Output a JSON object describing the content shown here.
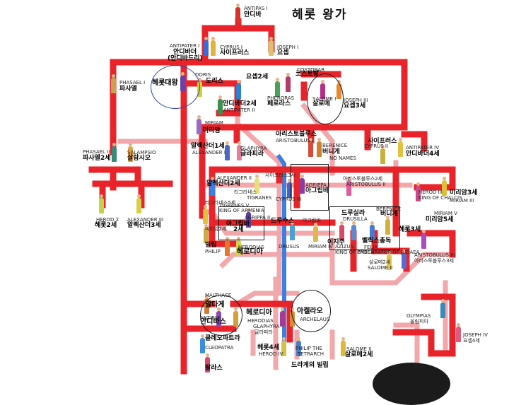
{
  "title": "헤롯 왕가",
  "colors": {
    "lineage": "#e8242a",
    "secondary": "#f2a7ab",
    "blue_line": "#3b7fe0"
  },
  "labels": {
    "antipas1_en": "ANTIPAS I",
    "antipas1_ko": "안디바",
    "antipater1_en": "ANTIPATER I",
    "antipater1_ko": "안디바더",
    "antipater1_ko2": "(안디바드리)",
    "cyprus1_en": "CYPRUS I",
    "cyprus1_ko": "사이프러스",
    "joseph1_en": "JOSEPH I",
    "joseph1_ko": "요셉",
    "phasael1_en": "PHASAEL I",
    "phasael1_ko": "파사엘",
    "herod_great_ko": "헤롯대왕",
    "doris_en": "DORIS",
    "doris_ko": "도리스",
    "joseph2_ko": "요셉2세",
    "costobar_en": "COSTOBAR",
    "costobar_ko": "코스토발",
    "pheroras_en": "PHERORAS",
    "pheroras_ko": "페로라스",
    "salome1_en": "SALOME I",
    "salome1_ko": "살로메",
    "joseph3_en": "JOSEPH III",
    "joseph3_ko": "요셉3세",
    "antipater2_ko": "안디바더2세",
    "antipater2_en": "ANTIPATER II",
    "miriam_en": "MIRIAM",
    "miriam_ko": "미리암",
    "aristobulus1_ko": "아리스토블루스",
    "aristobulus1_en": "ARISTOBULUS I",
    "cyprus2_ko": "사이프러스",
    "cyprus2_en": "CYPRUS II",
    "berenice1_ko": "버니게",
    "berenice1_en": "BERENICE",
    "no_names": "NO NAMES",
    "antipater4_en": "ANTIPATER IV",
    "antipater4_ko": "안디바더4세",
    "phasael2_en": "PHASAEL II",
    "phasael2_ko": "파사엘2세",
    "salampsio_en": "SALAMPSIO",
    "salampsio_ko": "살람시오",
    "alexander1_ko": "알렉산더1세",
    "alexander1_en": "ALEXANDER I",
    "glaphyra1_en": "GLAPHYRA",
    "glaphyra1_ko": "글라피라",
    "alexander2_en": "ALEXANDER II",
    "alexander2_ko": "알렉산더2세",
    "cyprus3_ko": "사이프러스3세",
    "cyprus3_en": "CYPRUS III",
    "agrippa1_en": "AGRIPPA I",
    "agrippa1_ko": "아그립바",
    "aristobulus2_ko": "아리스토블루스2세",
    "aristobulus2_en": "ARISTOBULUS II",
    "herod3_en": "HEROD III",
    "herod3_en2": "KING OF CHALCIS",
    "miriam3_ko": "미리암3세",
    "miriam3_en": "MIRIAM III",
    "tigranes_ko": "티그라네스",
    "tigranes_en": "TIGRANES",
    "tigranes5_ko": "티그라네스5세",
    "tigranes5_en": "TIGRANES V",
    "tigranes5_en2": "KING OF ARMENIA",
    "agrippa2_en": "AGRIPPA II",
    "agrippa2_ko": "아그립바",
    "agrippa2_ko2": "2세",
    "drusus_ko": "드루수스",
    "drusus_en": "DRUSUS",
    "agrippa_ko2": "아그립바",
    "drusilla_ko": "드루실라",
    "drusilla_en": "DRUSILLA",
    "berenice2_en": "BERENICE",
    "berenice2_ko": "버니게",
    "miriam4_en": "MIRIAM IV",
    "miriam5_en": "MIRIAM V",
    "miriam5_ko": "미리암5세",
    "herod_ko": "헤롯3세",
    "miriam2_ko": "미리암2세",
    "herod2_en": "HEROD 2",
    "herod2_ko": "헤롯2세",
    "alexander3_en": "ALEXANDER III",
    "alexander3_ko": "알렉산더3세",
    "philip_ko": "빌립",
    "philip_en": "PHILIP",
    "herodias_en": "HERODIAS",
    "herodias_ko": "헤로디아",
    "azizus_ko": "이지주",
    "azizus_en": "AZIZUS",
    "azizus_en2": "KING OF EMESA",
    "felix_ko": "벨릭스총독",
    "felix_en": "FELIX",
    "felix_en2": "PROCURATOR OF JUDAEA",
    "aristobulus3_en": "ARISTOBULUS III",
    "aristobulus3_ko": "아리스토블루스3세",
    "salome2_ko": "살로메2세",
    "salome2_en": "SALOME II",
    "malthace_en": "MALTHACE",
    "malthace_ko": "말다게",
    "antipas_ko": "안디바스",
    "antipas_en": "ANTIPAS",
    "herodias2_ko": "헤로디아",
    "herodias2_en": "HERODIAS",
    "archelaus_ko": "아켈라오",
    "archelaus_en": "ARCHELAUS",
    "glaphyra2_en": "GLAPHYRA",
    "glaphyra2_ko": "글라피라",
    "cleopatra_ko": "클레오파트라",
    "cleopatra_en": "CLEOPATRA",
    "herod4_ko": "헤롯4세",
    "herod4_en": "HEROD IV",
    "philip_tetrarch_en": "PHILIP THE",
    "philip_tetrarch_en2": "TETRARCH",
    "salome2b_en": "SALOME II",
    "salome2b_ko": "살로메2세",
    "philip_tetrarch_ko": "드라게의 빌립",
    "pallas_ko": "팔라스",
    "olympias_en": "OLYMPIAS",
    "olympias_ko": "올림피아",
    "joseph4_en": "JOSEPH IV",
    "joseph4_ko": "요셉4세"
  }
}
